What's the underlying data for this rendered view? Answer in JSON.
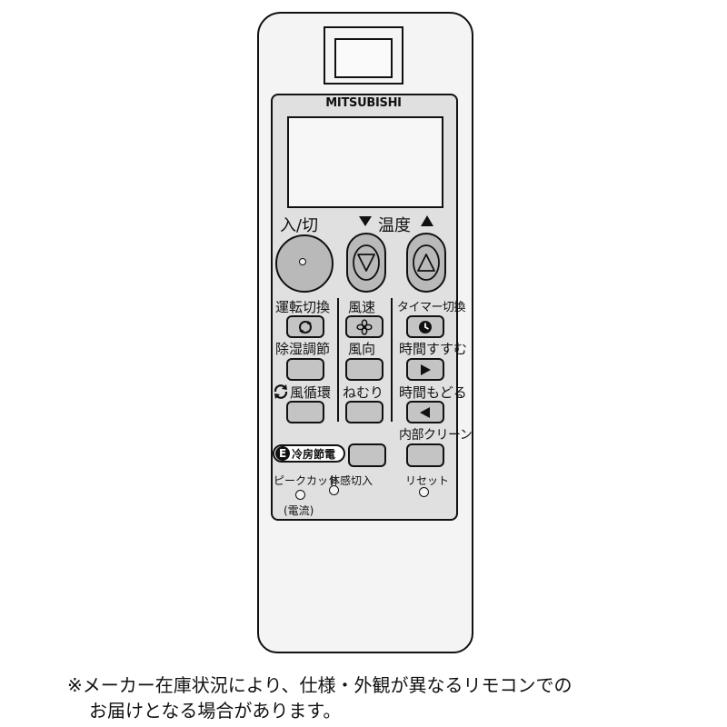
{
  "remote": {
    "brand": "MITSUBISHI",
    "power_label": "入/切",
    "temp_label": "温度",
    "mode_label": "運転切換",
    "fan_speed_label": "風速",
    "timer_label": "タイマー切換",
    "dehumid_label": "除湿調節",
    "vane_label": "風向",
    "time_forward_label": "時間すすむ",
    "circulation_label": "風循環",
    "sleep_label": "ねむり",
    "time_back_label": "時間もどる",
    "internal_clean_label": "内部クリーン",
    "eco_label": "冷房節電",
    "peak_cut_label": "ピークカット",
    "current_label": "(電流)",
    "sensor_label": "体感切入",
    "reset_label": "リセット"
  },
  "notice": {
    "line1": "※メーカー在庫状況により、仕様・外観が異なるリモコンでの",
    "line2": "お届けとなる場合があります。"
  },
  "colors": {
    "outline": "#111111",
    "body": "#f4f4f4",
    "panel": "#e0e0e0",
    "button": "#c4c4c4"
  }
}
